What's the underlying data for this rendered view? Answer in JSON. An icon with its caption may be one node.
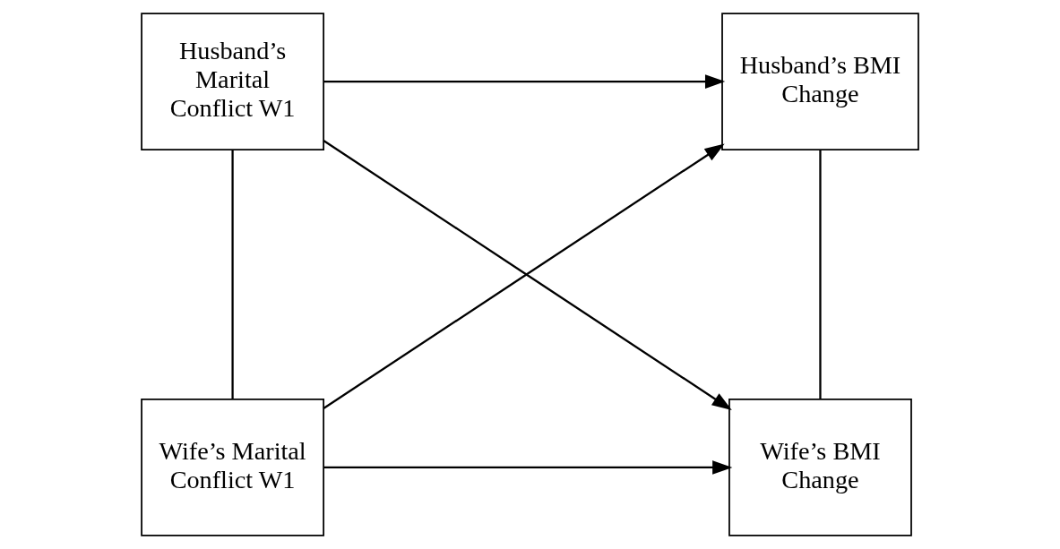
{
  "diagram": {
    "nodes": [
      {
        "text": [
          "Husband’s Marital Conflict W1"
        ]
      },
      {
        "text": [
          "Husband’s BMI Change"
        ]
      },
      {
        "text": [
          "Wife’s Marital Conflict W1"
        ]
      },
      {
        "text": [
          "Wife’s BMI Change"
        ]
      }
    ],
    "edges": [
      {
        "from": 0,
        "to": 1,
        "arrow": "to"
      },
      {
        "from": 0,
        "to": 3,
        "arrow": "to"
      },
      {
        "from": 2,
        "to": 1,
        "arrow": "to"
      },
      {
        "from": 2,
        "to": 3,
        "arrow": "to"
      },
      {
        "from": 0,
        "to": 2,
        "arrow": "none"
      },
      {
        "from": 1,
        "to": 3,
        "arrow": "none"
      }
    ]
  }
}
